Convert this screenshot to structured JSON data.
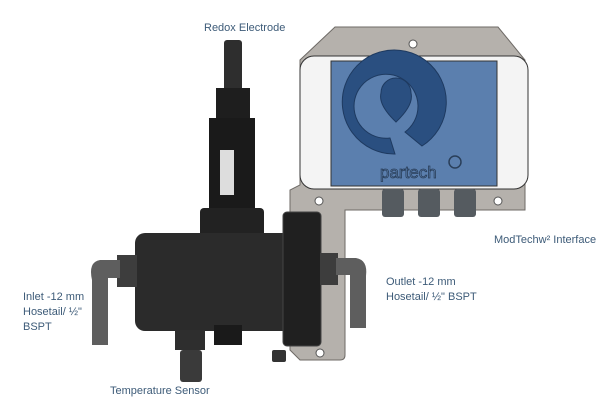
{
  "labels": {
    "redox_electrode": "Redox Electrode",
    "interface": "ModTechw² Interface",
    "outlet_line1": "Outlet -12 mm",
    "outlet_line2": "Hosetail/ ½\" BSPT",
    "inlet_line1": "Inlet -12 mm",
    "inlet_line2": "Hosetail/ ½\"",
    "inlet_line3": "BSPT",
    "temperature_sensor": "Temperature Sensor"
  },
  "logo": {
    "text": "partech"
  },
  "colors": {
    "label": "#3d5b78",
    "panel": "#5b7fae",
    "logo": "#2a4f80",
    "bracket": "#b5b1ac",
    "body": "#2a2a2a"
  }
}
